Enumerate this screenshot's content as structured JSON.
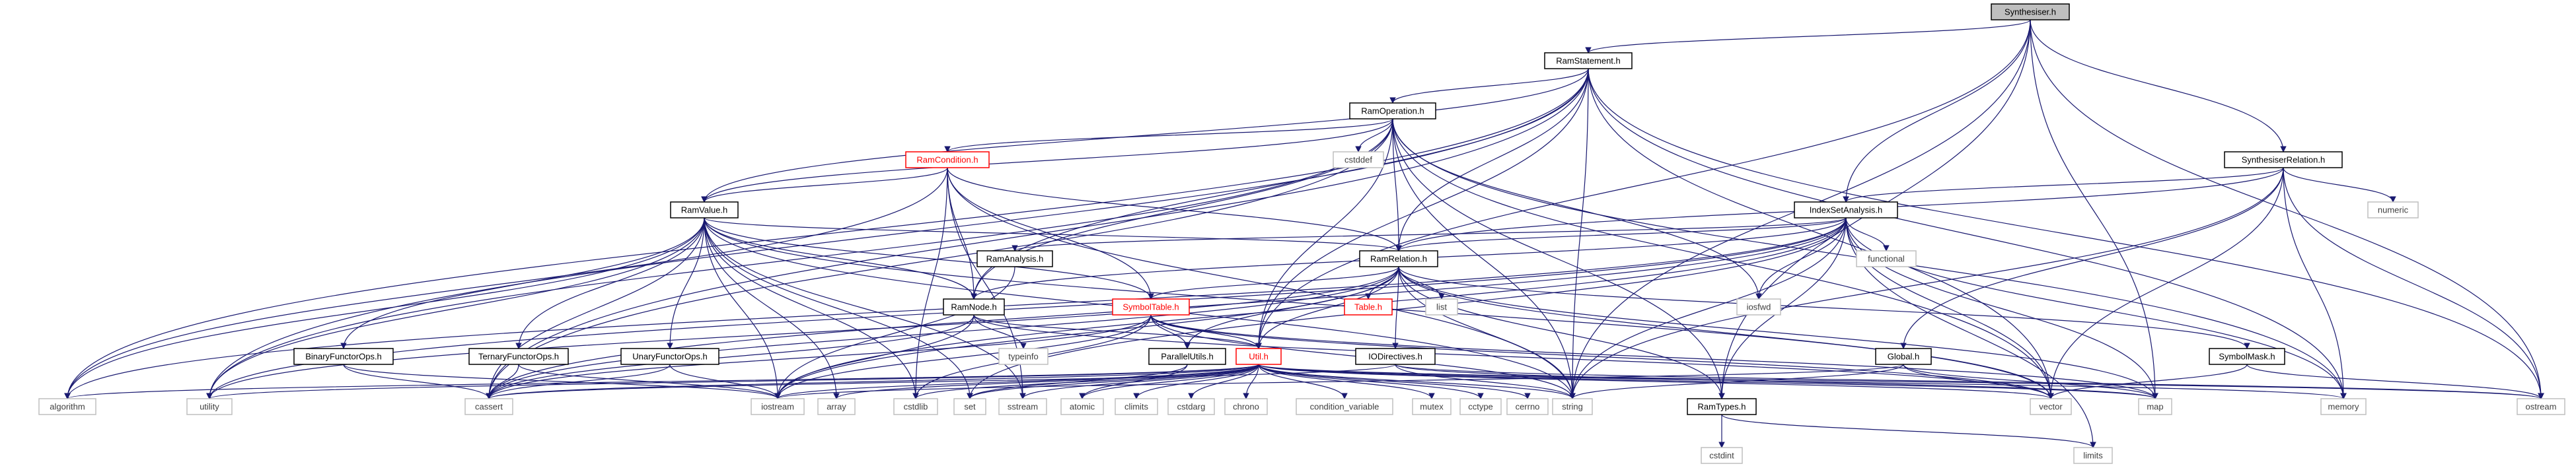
{
  "graph": {
    "title": "",
    "colors": {
      "edge": "#191970",
      "root_fill": "#bfbfbf",
      "node_border": "#000000",
      "node_fill": "#ffffff",
      "system_border": "#bfbfbf",
      "system_text": "#404040",
      "undocumented_border": "#ff0000",
      "undocumented_text": "#ff0000"
    },
    "nodes": [
      {
        "id": "synthesiser_h",
        "label": "Synthesiser.h",
        "kind": "root"
      },
      {
        "id": "ramstatement_h",
        "label": "RamStatement.h",
        "kind": "file"
      },
      {
        "id": "synthesiserrelation_h",
        "label": "SynthesiserRelation.h",
        "kind": "file"
      },
      {
        "id": "ramoperation_h",
        "label": "RamOperation.h",
        "kind": "file"
      },
      {
        "id": "indexsetanalysis_h",
        "label": "IndexSetAnalysis.h",
        "kind": "file"
      },
      {
        "id": "ramcondition_h",
        "label": "RamCondition.h",
        "kind": "undocumented"
      },
      {
        "id": "ramvalue_h",
        "label": "RamValue.h",
        "kind": "file"
      },
      {
        "id": "ramrelation_h",
        "label": "RamRelation.h",
        "kind": "file"
      },
      {
        "id": "ramanalysis_h",
        "label": "RamAnalysis.h",
        "kind": "file"
      },
      {
        "id": "symboltable_h",
        "label": "SymbolTable.h",
        "kind": "undocumented"
      },
      {
        "id": "table_h",
        "label": "Table.h",
        "kind": "undocumented"
      },
      {
        "id": "ramnode_h",
        "label": "RamNode.h",
        "kind": "file"
      },
      {
        "id": "parallelutils_h",
        "label": "ParallelUtils.h",
        "kind": "file"
      },
      {
        "id": "util_h",
        "label": "Util.h",
        "kind": "undocumented"
      },
      {
        "id": "iodirectives_h",
        "label": "IODirectives.h",
        "kind": "file"
      },
      {
        "id": "symbolmask_h",
        "label": "SymbolMask.h",
        "kind": "file"
      },
      {
        "id": "global_h",
        "label": "Global.h",
        "kind": "file"
      },
      {
        "id": "binaryfunctorops_h",
        "label": "BinaryFunctorOps.h",
        "kind": "file"
      },
      {
        "id": "ternaryfunctorops_h",
        "label": "TernaryFunctorOps.h",
        "kind": "file"
      },
      {
        "id": "unaryfunctorops_h",
        "label": "UnaryFunctorOps.h",
        "kind": "file"
      },
      {
        "id": "ramtypes_h",
        "label": "RamTypes.h",
        "kind": "file"
      },
      {
        "id": "cstddef",
        "label": "cstddef",
        "kind": "system"
      },
      {
        "id": "numeric",
        "label": "numeric",
        "kind": "system"
      },
      {
        "id": "iosfwd",
        "label": "iosfwd",
        "kind": "system"
      },
      {
        "id": "functional",
        "label": "functional",
        "kind": "system"
      },
      {
        "id": "list",
        "label": "list",
        "kind": "system"
      },
      {
        "id": "typeinfo",
        "label": "typeinfo",
        "kind": "system"
      },
      {
        "id": "algorithm",
        "label": "algorithm",
        "kind": "system"
      },
      {
        "id": "utility",
        "label": "utility",
        "kind": "system"
      },
      {
        "id": "cassert",
        "label": "cassert",
        "kind": "system"
      },
      {
        "id": "iostream",
        "label": "iostream",
        "kind": "system"
      },
      {
        "id": "array",
        "label": "array",
        "kind": "system"
      },
      {
        "id": "cstdlib",
        "label": "cstdlib",
        "kind": "system"
      },
      {
        "id": "set",
        "label": "set",
        "kind": "system"
      },
      {
        "id": "sstream",
        "label": "sstream",
        "kind": "system"
      },
      {
        "id": "atomic",
        "label": "atomic",
        "kind": "system"
      },
      {
        "id": "climits",
        "label": "climits",
        "kind": "system"
      },
      {
        "id": "cstdarg",
        "label": "cstdarg",
        "kind": "system"
      },
      {
        "id": "chrono",
        "label": "chrono",
        "kind": "system"
      },
      {
        "id": "condition_variable",
        "label": "condition_variable",
        "kind": "system"
      },
      {
        "id": "mutex",
        "label": "mutex",
        "kind": "system"
      },
      {
        "id": "cctype",
        "label": "cctype",
        "kind": "system"
      },
      {
        "id": "cerrno",
        "label": "cerrno",
        "kind": "system"
      },
      {
        "id": "string",
        "label": "string",
        "kind": "system"
      },
      {
        "id": "map",
        "label": "map",
        "kind": "system"
      },
      {
        "id": "vector",
        "label": "vector",
        "kind": "system"
      },
      {
        "id": "memory",
        "label": "memory",
        "kind": "system"
      },
      {
        "id": "ostream",
        "label": "ostream",
        "kind": "system"
      },
      {
        "id": "limits",
        "label": "limits",
        "kind": "system"
      },
      {
        "id": "cstdint",
        "label": "cstdint",
        "kind": "system"
      }
    ],
    "edges": [
      [
        "synthesiser_h",
        "ramstatement_h"
      ],
      [
        "synthesiser_h",
        "synthesiserrelation_h"
      ],
      [
        "synthesiser_h",
        "indexsetanalysis_h"
      ],
      [
        "synthesiser_h",
        "util_h"
      ],
      [
        "synthesiser_h",
        "ramtypes_h"
      ],
      [
        "synthesiser_h",
        "string"
      ],
      [
        "synthesiser_h",
        "map"
      ],
      [
        "synthesiser_h",
        "ostream"
      ],
      [
        "ramstatement_h",
        "ramoperation_h"
      ],
      [
        "ramstatement_h",
        "ramvalue_h"
      ],
      [
        "ramstatement_h",
        "ramrelation_h"
      ],
      [
        "ramstatement_h",
        "ramnode_h"
      ],
      [
        "ramstatement_h",
        "util_h"
      ],
      [
        "ramstatement_h",
        "algorithm"
      ],
      [
        "ramstatement_h",
        "utility"
      ],
      [
        "ramstatement_h",
        "string"
      ],
      [
        "ramstatement_h",
        "vector"
      ],
      [
        "ramstatement_h",
        "memory"
      ],
      [
        "ramstatement_h",
        "ostream"
      ],
      [
        "ramstatement_h",
        "cassert"
      ],
      [
        "ramoperation_h",
        "ramcondition_h"
      ],
      [
        "ramoperation_h",
        "ramvalue_h"
      ],
      [
        "ramoperation_h",
        "ramrelation_h"
      ],
      [
        "ramoperation_h",
        "ramnode_h"
      ],
      [
        "ramoperation_h",
        "util_h"
      ],
      [
        "ramoperation_h",
        "cstddef"
      ],
      [
        "ramoperation_h",
        "iosfwd"
      ],
      [
        "ramoperation_h",
        "utility"
      ],
      [
        "ramoperation_h",
        "cassert"
      ],
      [
        "ramoperation_h",
        "string"
      ],
      [
        "ramoperation_h",
        "vector"
      ],
      [
        "ramoperation_h",
        "memory"
      ],
      [
        "ramoperation_h",
        "ramtypes_h"
      ],
      [
        "ramcondition_h",
        "ramvalue_h"
      ],
      [
        "ramcondition_h",
        "ramrelation_h"
      ],
      [
        "ramcondition_h",
        "ramnode_h"
      ],
      [
        "ramcondition_h",
        "symboltable_h"
      ],
      [
        "ramcondition_h",
        "algorithm"
      ],
      [
        "ramcondition_h",
        "cstdlib"
      ],
      [
        "ramcondition_h",
        "sstream"
      ],
      [
        "ramcondition_h",
        "string"
      ],
      [
        "ramvalue_h",
        "ramnode_h"
      ],
      [
        "ramvalue_h",
        "ramrelation_h"
      ],
      [
        "ramvalue_h",
        "symboltable_h"
      ],
      [
        "ramvalue_h",
        "binaryfunctorops_h"
      ],
      [
        "ramvalue_h",
        "ternaryfunctorops_h"
      ],
      [
        "ramvalue_h",
        "unaryfunctorops_h"
      ],
      [
        "ramvalue_h",
        "algorithm"
      ],
      [
        "ramvalue_h",
        "utility"
      ],
      [
        "ramvalue_h",
        "array"
      ],
      [
        "ramvalue_h",
        "cstdlib"
      ],
      [
        "ramvalue_h",
        "set"
      ],
      [
        "ramvalue_h",
        "sstream"
      ],
      [
        "ramvalue_h",
        "string"
      ],
      [
        "ramvalue_h",
        "vector"
      ],
      [
        "ramvalue_h",
        "cassert"
      ],
      [
        "ramvalue_h",
        "iostream"
      ],
      [
        "synthesiserrelation_h",
        "indexsetanalysis_h"
      ],
      [
        "synthesiserrelation_h",
        "ramrelation_h"
      ],
      [
        "synthesiserrelation_h",
        "numeric"
      ],
      [
        "synthesiserrelation_h",
        "global_h"
      ],
      [
        "synthesiserrelation_h",
        "string"
      ],
      [
        "synthesiserrelation_h",
        "vector"
      ],
      [
        "synthesiserrelation_h",
        "memory"
      ],
      [
        "synthesiserrelation_h",
        "ostream"
      ],
      [
        "indexsetanalysis_h",
        "ramanalysis_h"
      ],
      [
        "indexsetanalysis_h",
        "ramrelation_h"
      ],
      [
        "indexsetanalysis_h",
        "ramnode_h"
      ],
      [
        "indexsetanalysis_h",
        "iosfwd"
      ],
      [
        "indexsetanalysis_h",
        "functional"
      ],
      [
        "indexsetanalysis_h",
        "ramtypes_h"
      ],
      [
        "indexsetanalysis_h",
        "string"
      ],
      [
        "indexsetanalysis_h",
        "map"
      ],
      [
        "indexsetanalysis_h",
        "vector"
      ],
      [
        "indexsetanalysis_h",
        "memory"
      ],
      [
        "indexsetanalysis_h",
        "limits"
      ],
      [
        "indexsetanalysis_h",
        "utility"
      ],
      [
        "indexsetanalysis_h",
        "algorithm"
      ],
      [
        "indexsetanalysis_h",
        "cassert"
      ],
      [
        "indexsetanalysis_h",
        "iostream"
      ],
      [
        "indexsetanalysis_h",
        "set"
      ],
      [
        "ramrelation_h",
        "symboltable_h"
      ],
      [
        "ramrelation_h",
        "table_h"
      ],
      [
        "ramrelation_h",
        "list"
      ],
      [
        "ramrelation_h",
        "iodirectives_h"
      ],
      [
        "ramrelation_h",
        "symbolmask_h"
      ],
      [
        "ramrelation_h",
        "parallelutils_h"
      ],
      [
        "ramrelation_h",
        "ramtypes_h"
      ],
      [
        "ramrelation_h",
        "util_h"
      ],
      [
        "ramrelation_h",
        "string"
      ],
      [
        "ramrelation_h",
        "vector"
      ],
      [
        "ramrelation_h",
        "utility"
      ],
      [
        "ramrelation_h",
        "cassert"
      ],
      [
        "ramrelation_h",
        "iostream"
      ],
      [
        "ramrelation_h",
        "map"
      ],
      [
        "ramanalysis_h",
        "iostream"
      ],
      [
        "symboltable_h",
        "parallelutils_h"
      ],
      [
        "symboltable_h",
        "util_h"
      ],
      [
        "symboltable_h",
        "cassert"
      ],
      [
        "symboltable_h",
        "iostream"
      ],
      [
        "symboltable_h",
        "cstdlib"
      ],
      [
        "symboltable_h",
        "map"
      ],
      [
        "symboltable_h",
        "string"
      ],
      [
        "symboltable_h",
        "vector"
      ],
      [
        "ramnode_h",
        "typeinfo"
      ],
      [
        "ramnode_h",
        "iostream"
      ],
      [
        "ramnode_h",
        "cassert"
      ],
      [
        "ramnode_h",
        "vector"
      ],
      [
        "ramnode_h",
        "util_h"
      ],
      [
        "util_h",
        "algorithm"
      ],
      [
        "util_h",
        "utility"
      ],
      [
        "util_h",
        "cassert"
      ],
      [
        "util_h",
        "iostream"
      ],
      [
        "util_h",
        "array"
      ],
      [
        "util_h",
        "cstdlib"
      ],
      [
        "util_h",
        "set"
      ],
      [
        "util_h",
        "sstream"
      ],
      [
        "util_h",
        "atomic"
      ],
      [
        "util_h",
        "climits"
      ],
      [
        "util_h",
        "cstdarg"
      ],
      [
        "util_h",
        "chrono"
      ],
      [
        "util_h",
        "condition_variable"
      ],
      [
        "util_h",
        "mutex"
      ],
      [
        "util_h",
        "cctype"
      ],
      [
        "util_h",
        "cerrno"
      ],
      [
        "util_h",
        "string"
      ],
      [
        "util_h",
        "map"
      ],
      [
        "util_h",
        "vector"
      ],
      [
        "util_h",
        "memory"
      ],
      [
        "util_h",
        "ostream"
      ],
      [
        "parallelutils_h",
        "atomic"
      ],
      [
        "parallelutils_h",
        "set"
      ],
      [
        "iodirectives_h",
        "map"
      ],
      [
        "iodirectives_h",
        "string"
      ],
      [
        "iodirectives_h",
        "ostream"
      ],
      [
        "iodirectives_h",
        "cassert"
      ],
      [
        "symbolmask_h",
        "vector"
      ],
      [
        "symbolmask_h",
        "ostream"
      ],
      [
        "global_h",
        "string"
      ],
      [
        "global_h",
        "map"
      ],
      [
        "global_h",
        "vector"
      ],
      [
        "global_h",
        "iostream"
      ],
      [
        "binaryfunctorops_h",
        "cassert"
      ],
      [
        "binaryfunctorops_h",
        "iostream"
      ],
      [
        "ternaryfunctorops_h",
        "cassert"
      ],
      [
        "ternaryfunctorops_h",
        "iostream"
      ],
      [
        "unaryfunctorops_h",
        "cassert"
      ],
      [
        "unaryfunctorops_h",
        "iostream"
      ],
      [
        "ramtypes_h",
        "cstdint"
      ],
      [
        "ramtypes_h",
        "limits"
      ]
    ]
  }
}
